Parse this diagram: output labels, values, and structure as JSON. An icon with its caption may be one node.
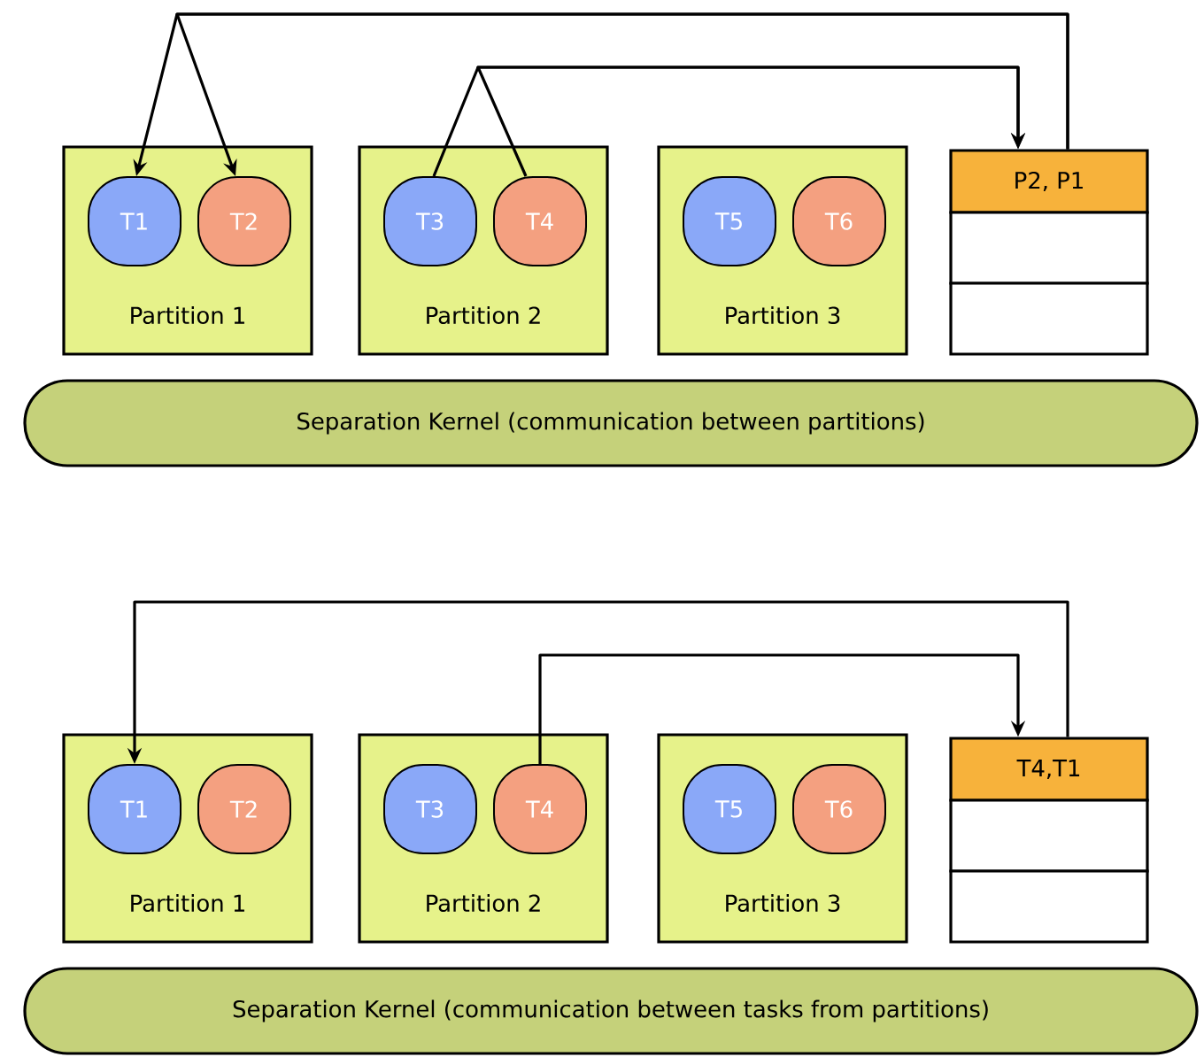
{
  "diagram": {
    "nodes": [
      {
        "text": [
          "Partition 1"
        ]
      },
      {
        "text": [
          "T1"
        ],
        "in": 0
      },
      {
        "text": [
          "T2"
        ],
        "in": 0
      },
      {
        "text": [
          "Partition 2"
        ]
      },
      {
        "text": [
          "T3"
        ],
        "in": 3
      },
      {
        "text": [
          "T4"
        ],
        "in": 3
      },
      {
        "text": [
          "Partition 3"
        ]
      },
      {
        "text": [
          "T5"
        ],
        "in": 6
      },
      {
        "text": [
          "T6"
        ],
        "in": 6
      },
      {
        "text": [
          "P2, P1"
        ]
      },
      {
        "text": [],
        "shape": "box"
      },
      {
        "text": [],
        "shape": "box"
      },
      {
        "text": [
          "Separation Kernel (communication between partitions)"
        ]
      },
      {
        "text": [
          "Partition 1"
        ]
      },
      {
        "text": [
          "T1"
        ],
        "in": 13
      },
      {
        "text": [
          "T2"
        ],
        "in": 13
      },
      {
        "text": [
          "Partition 2"
        ]
      },
      {
        "text": [
          "T3"
        ],
        "in": 16
      },
      {
        "text": [
          "T4"
        ],
        "in": 16
      },
      {
        "text": [
          "Partition 3"
        ]
      },
      {
        "text": [
          "T5"
        ],
        "in": 19
      },
      {
        "text": [
          "T6"
        ],
        "in": 19
      },
      {
        "text": [
          "T4,T1"
        ]
      },
      {
        "text": [],
        "shape": "box"
      },
      {
        "text": [],
        "shape": "box"
      },
      {
        "text": [
          "Separation Kernel (communication between tasks from partitions)"
        ]
      }
    ],
    "edges": [
      {
        "from": 9,
        "to": 1,
        "arrow": "to"
      },
      {
        "from": 9,
        "to": 2,
        "arrow": "to"
      },
      {
        "from": 4,
        "to": 9,
        "arrow": "to"
      },
      {
        "from": 5,
        "to": 9,
        "arrow": "to"
      },
      {
        "from": 22,
        "to": 14,
        "arrow": "to"
      },
      {
        "from": 18,
        "to": 22,
        "arrow": "to"
      }
    ]
  }
}
